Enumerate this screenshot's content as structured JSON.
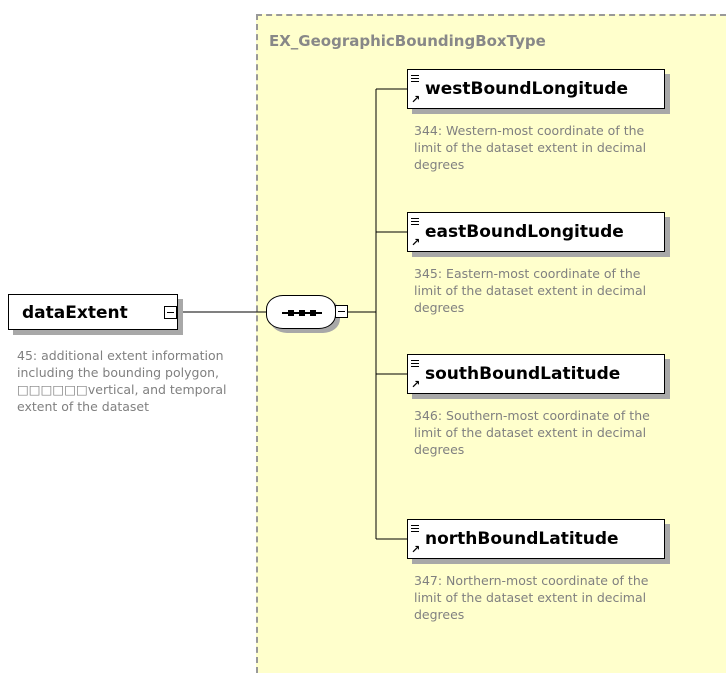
{
  "root_element": {
    "name": "dataExtent",
    "description": "45: additional extent information including the bounding polygon, □□□□□□vertical, and temporal extent of the dataset"
  },
  "type_panel": {
    "title": "EX_GeographicBoundingBoxType"
  },
  "compositor": {
    "kind": "sequence",
    "icon": "sequence-icon"
  },
  "children": [
    {
      "name": "westBoundLongitude",
      "description": "344: Western-most coordinate of the limit of the dataset extent in decimal degrees"
    },
    {
      "name": "eastBoundLongitude",
      "description": "345: Eastern-most coordinate of the limit of the dataset extent in decimal degrees"
    },
    {
      "name": "southBoundLatitude",
      "description": "346: Southern-most coordinate of the limit of the dataset extent in decimal degrees"
    },
    {
      "name": "northBoundLatitude",
      "description": "347: Northern-most coordinate of the limit of the dataset extent in decimal degrees"
    }
  ],
  "colors": {
    "panel_background": "#ffffcc",
    "panel_border": "#999999",
    "description_text": "#808080",
    "shadow": "#a8a8a8"
  }
}
